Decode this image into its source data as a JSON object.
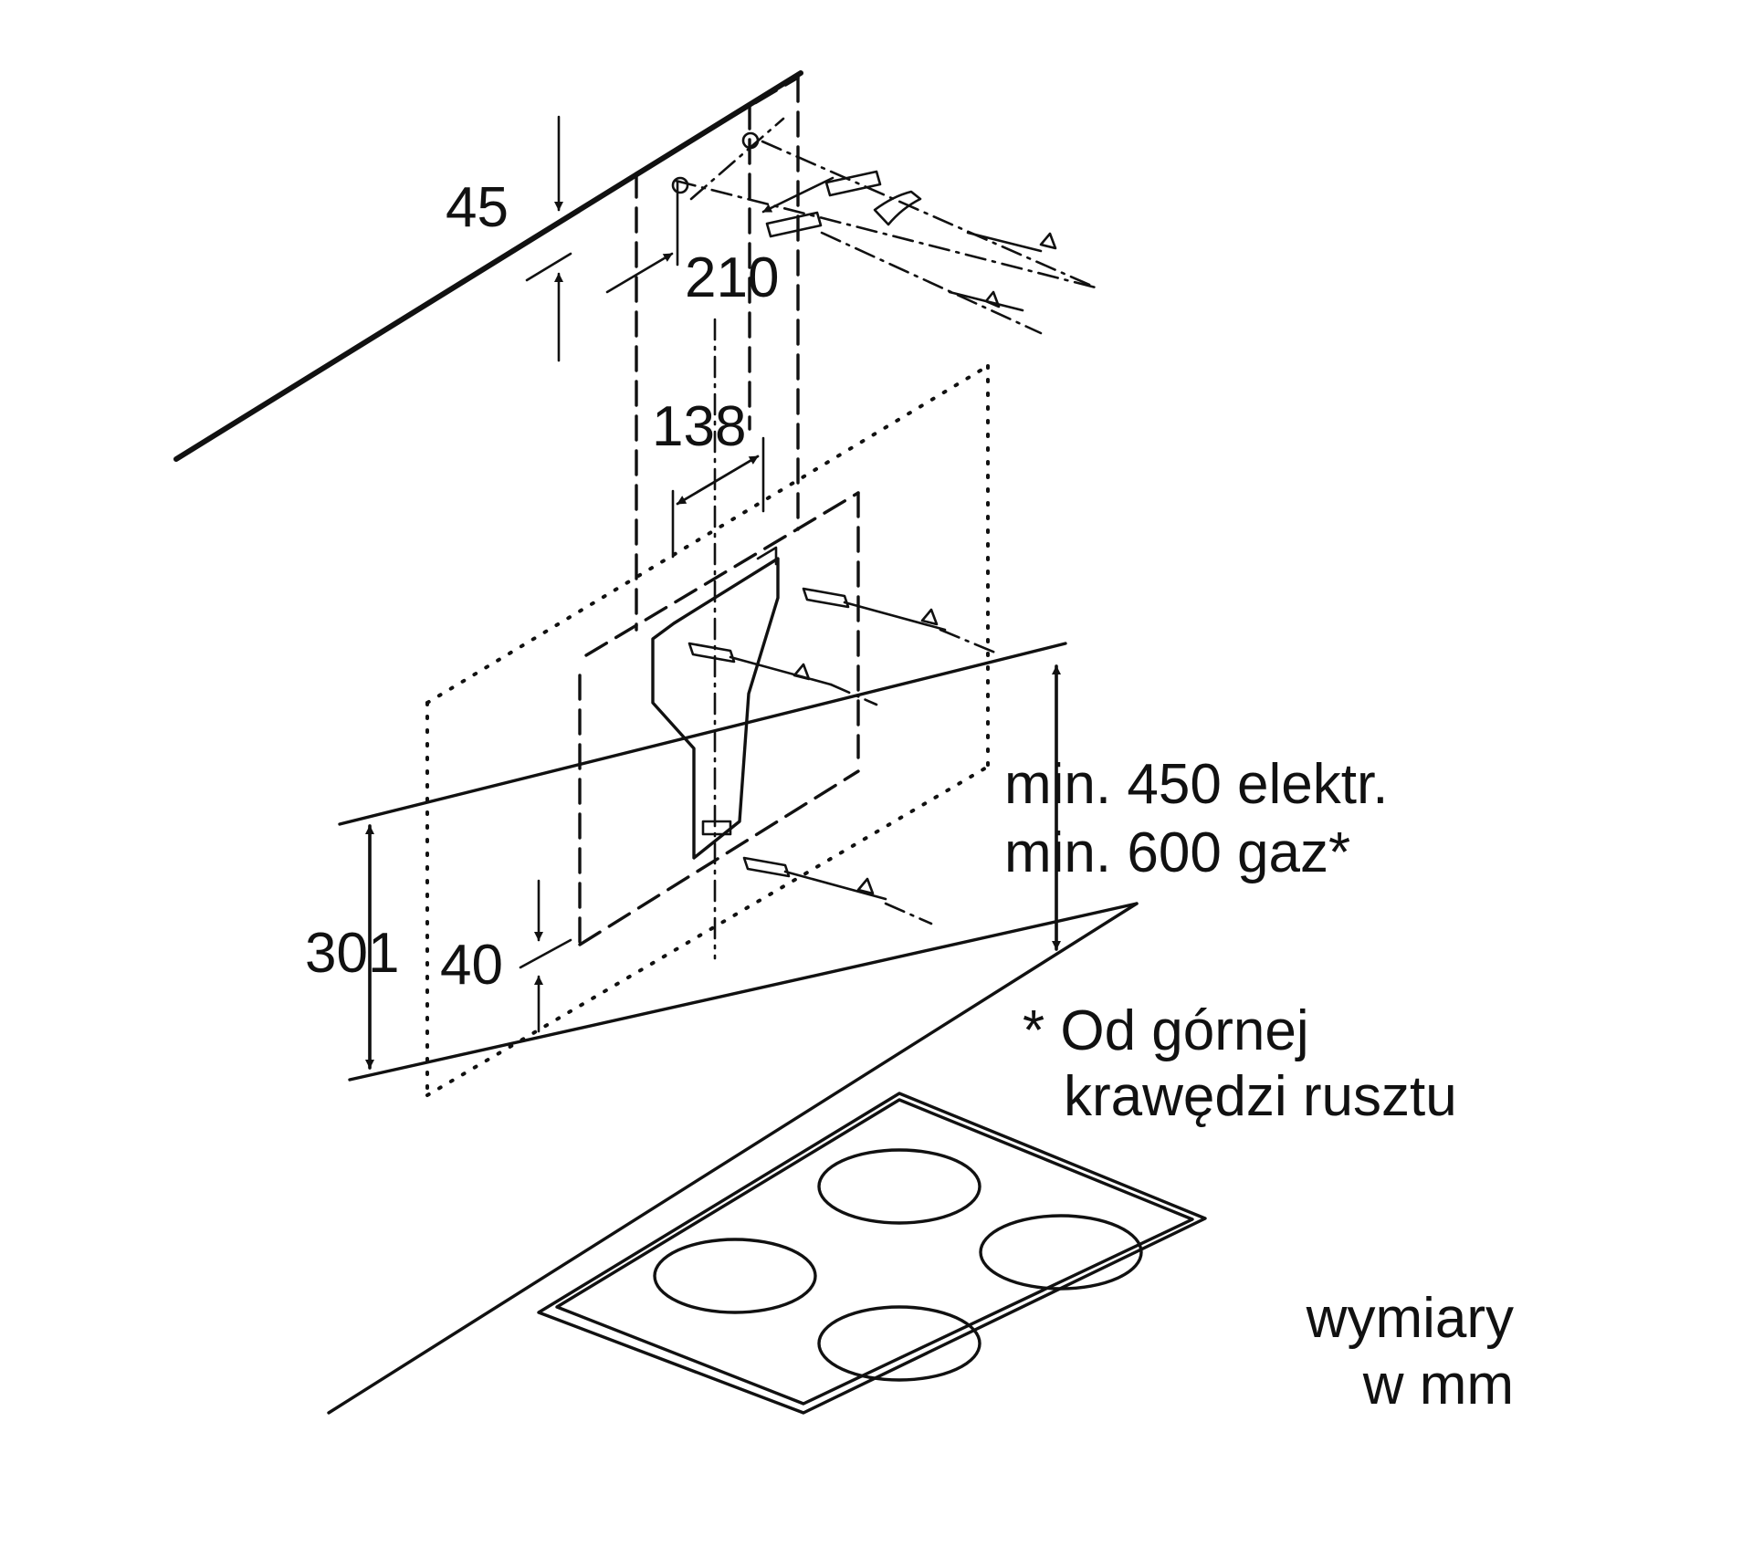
{
  "dimensions": {
    "top_offset": "45",
    "hole_spacing_top": "210",
    "bracket_width": "138",
    "bracket_height": "301",
    "bottom_offset": "40"
  },
  "clearance": {
    "line1": "min. 450 elektr.",
    "line2": "min. 600 gaz*"
  },
  "footnote": {
    "line1": "* Od górnej",
    "line2": "krawędzi rusztu"
  },
  "units": {
    "line1": "wymiary",
    "line2": "w mm"
  }
}
